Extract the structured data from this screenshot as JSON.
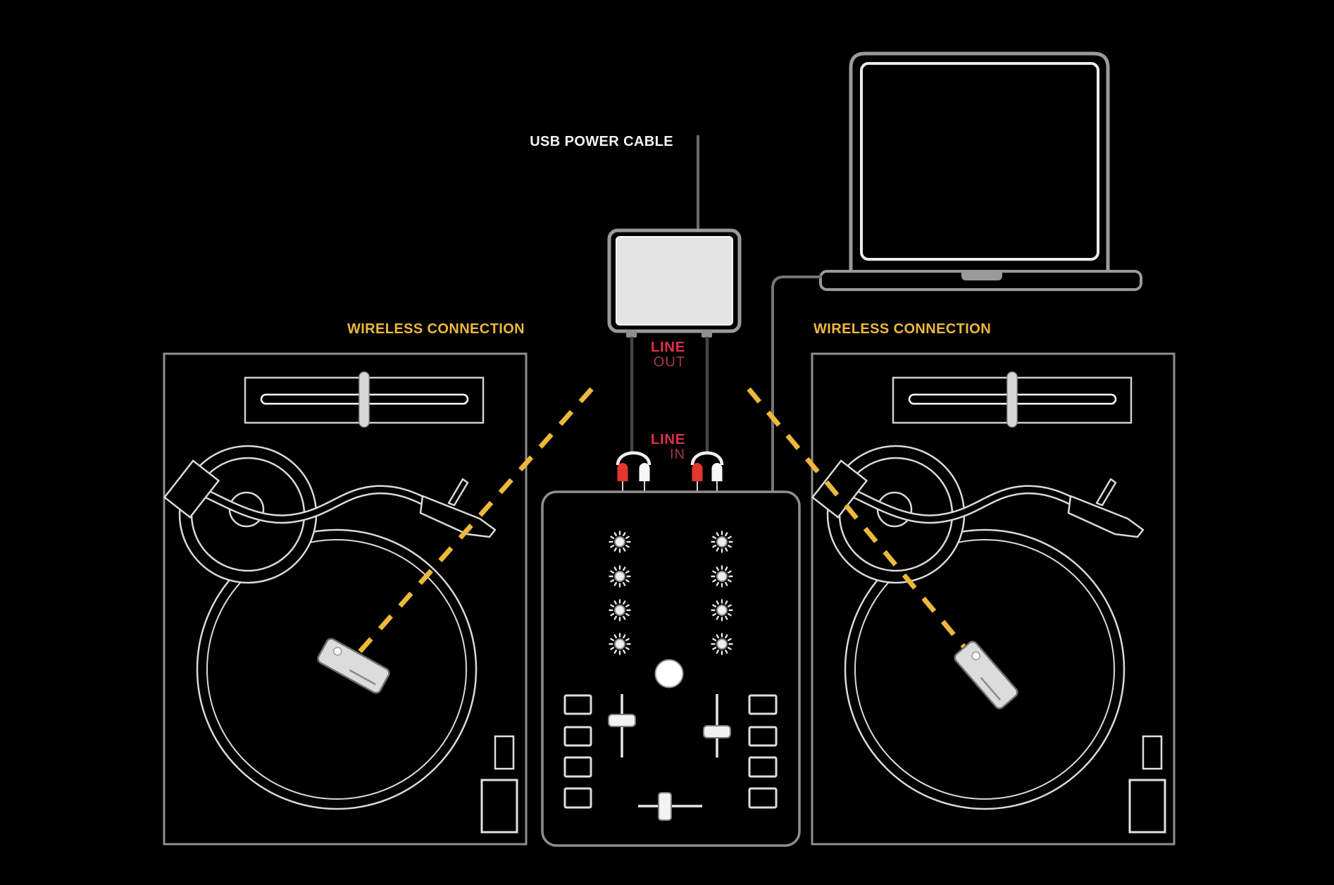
{
  "page": {
    "description": "DJ turntable wireless setup wiring diagram",
    "background": "#000000"
  },
  "labels": {
    "usb_power_cable": "USB POWER CABLE",
    "wireless_connection_left": "WIRELESS CONNECTION",
    "wireless_connection_right": "WIRELESS CONNECTION",
    "line_out_line1": "LINE",
    "line_out_line2": "OUT",
    "line_in_line1": "LINE",
    "line_in_line2": "IN"
  },
  "colors": {
    "background": "#000000",
    "label_white": "#f5f5f5",
    "accent_yellow": "#edb83d",
    "red_bright": "#df2f49",
    "red_muted": "#a8364b",
    "rca_red": "#e5352c",
    "rca_white": "#f7f7f7",
    "outline_gray": "#8f8f8f",
    "detail_light": "#d9d9d9",
    "panel_fill": "#e4e4e4"
  },
  "diagram": {
    "elements": [
      {
        "name": "laptop",
        "type": "device-outline"
      },
      {
        "name": "laptop-cable",
        "type": "cable"
      },
      {
        "name": "usb-power-cable",
        "type": "cable"
      },
      {
        "name": "audio-interface-box",
        "type": "device-outline"
      },
      {
        "name": "rca-cable-left",
        "type": "cable",
        "plugs": [
          "red",
          "white"
        ],
        "label": "LINE OUT / LINE IN"
      },
      {
        "name": "rca-cable-right",
        "type": "cable",
        "plugs": [
          "red",
          "white"
        ],
        "label": "LINE OUT / LINE IN"
      },
      {
        "name": "dj-mixer",
        "type": "device-outline",
        "knobs": 8,
        "buttons": 8,
        "faders": 2,
        "crossfaders": 1
      },
      {
        "name": "turntable-left",
        "type": "device-outline",
        "link": "wireless"
      },
      {
        "name": "turntable-right",
        "type": "device-outline",
        "link": "wireless"
      },
      {
        "name": "wireless-link-left",
        "type": "dashed-line"
      },
      {
        "name": "wireless-link-right",
        "type": "dashed-line"
      }
    ]
  }
}
